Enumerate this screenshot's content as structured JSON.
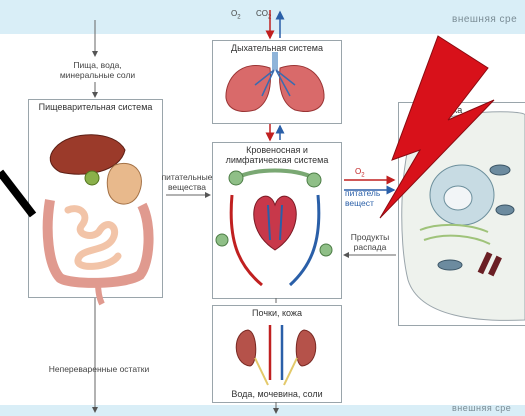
{
  "environment": {
    "top": "внешняя сре",
    "bottom": "внешняя сре"
  },
  "gases": {
    "o2": "O",
    "co2": "CO",
    "sub2": "2"
  },
  "inputs_label": [
    "Пища, вода,",
    "минеральные соли"
  ],
  "digestive": {
    "title": "Пищеварительная система"
  },
  "respiratory": {
    "title": "Дыхательная система"
  },
  "circulatory": {
    "title_1": "Кровеносная и",
    "title_2": "лимфатическая система"
  },
  "nutrients_label": [
    "питательные",
    "вещества"
  ],
  "kidneys": {
    "title": "Почки, кожа",
    "output": "Вода, мочевина, соли"
  },
  "cell": {
    "title": "летка",
    "o2": "O",
    "o2_sub": "2",
    "nutrients_partial": [
      "питатель",
      "вещест"
    ],
    "decay": [
      "Продукты",
      "распада"
    ]
  },
  "undigested_label": "Непереваренные остатки"
}
